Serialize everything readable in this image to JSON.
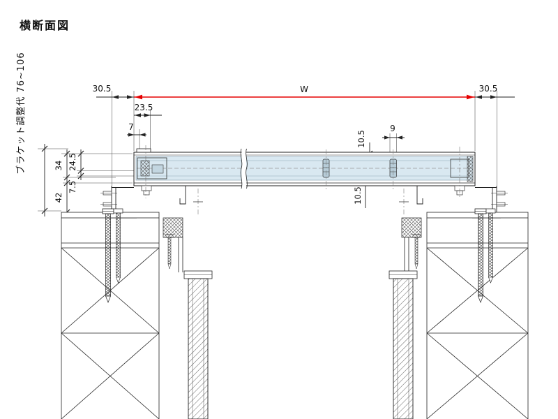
{
  "title": "横断面図",
  "note": "ブラケット調整代 76~106",
  "dimensions": {
    "w_label": "W",
    "offset_left": "30.5",
    "offset_right": "30.5",
    "d_23_5": "23.5",
    "d_7": "7",
    "d_34": "34",
    "d_24_5": "24.5",
    "d_7_5": "7.5",
    "d_42": "42",
    "d_10_5_top": "10.5",
    "d_9": "9",
    "d_10_5_bottom": "10.5"
  },
  "colors": {
    "dimension_red": "#e60000",
    "frame_fill": "#d9e8f1",
    "line": "#222222"
  }
}
